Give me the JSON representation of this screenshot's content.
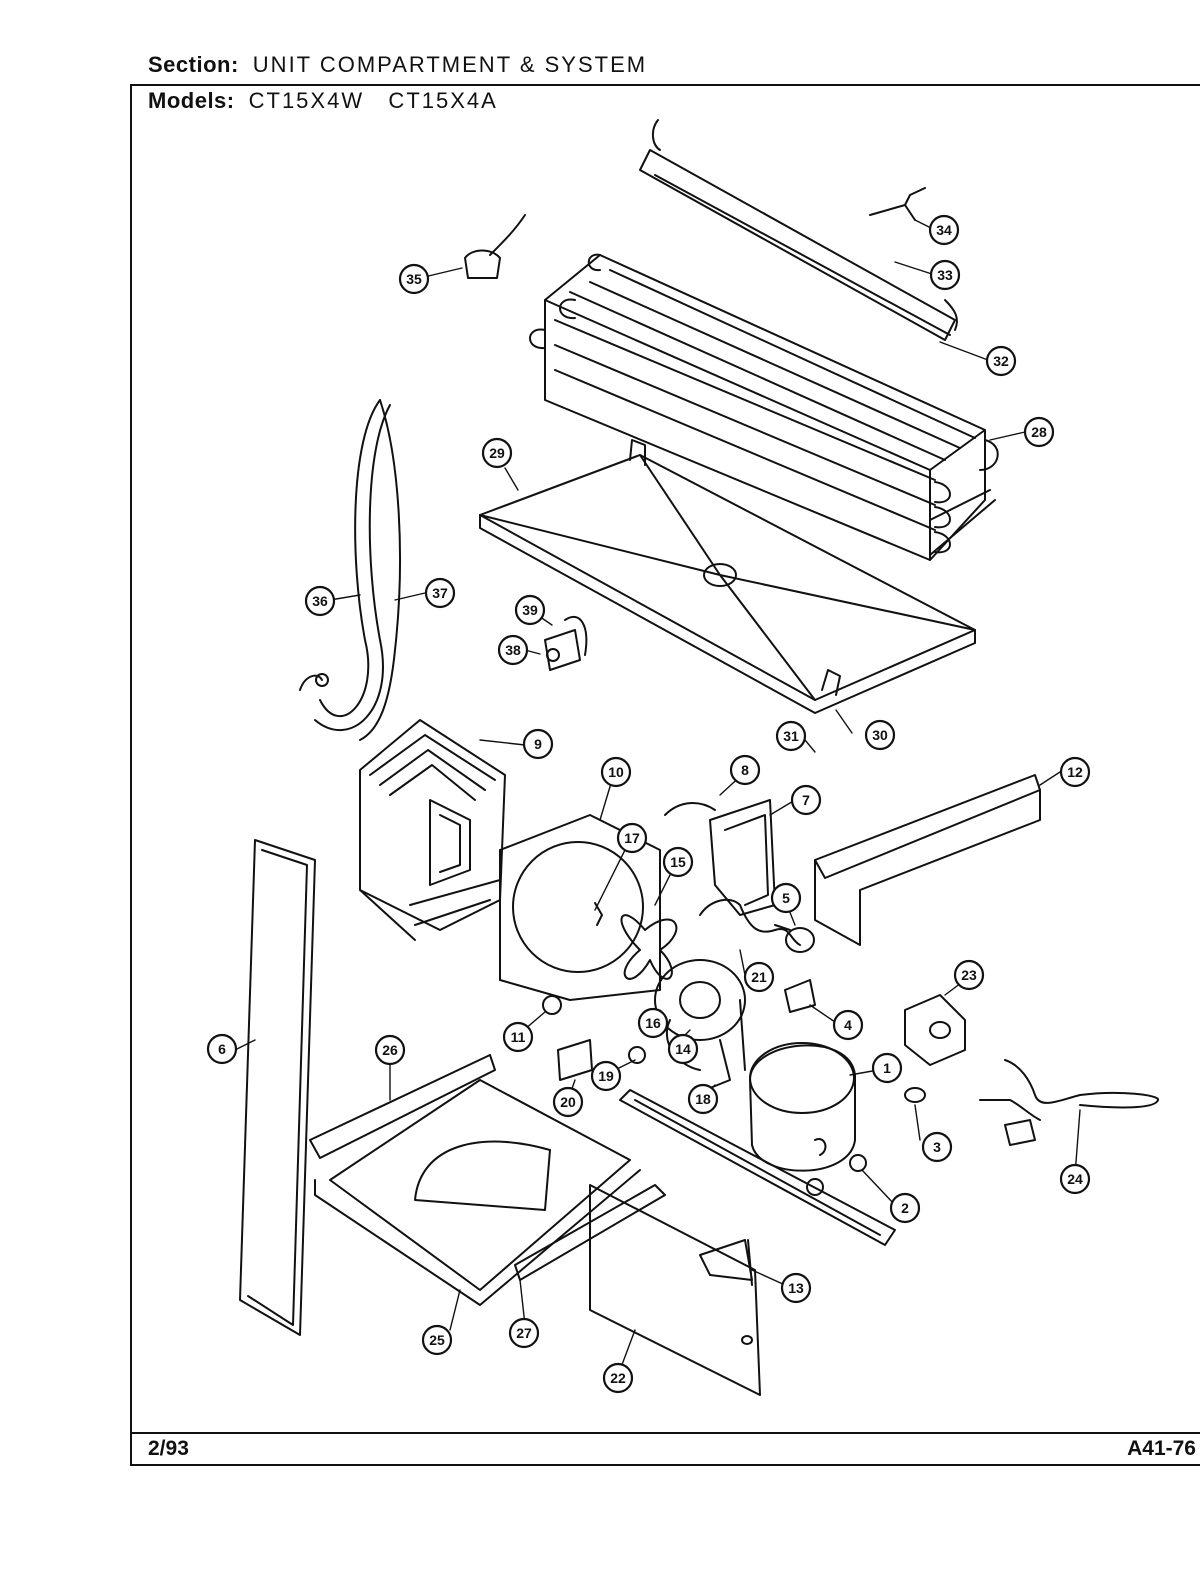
{
  "header": {
    "section_label": "Section:",
    "section_value": "UNIT COMPARTMENT & SYSTEM",
    "models_label": "Models:",
    "models_value": "CT15X4W   CT15X4A"
  },
  "footer": {
    "date": "2/93",
    "code": "A41-76"
  },
  "callouts": [
    "1",
    "2",
    "3",
    "4",
    "5",
    "6",
    "7",
    "8",
    "9",
    "10",
    "11",
    "12",
    "13",
    "14",
    "15",
    "16",
    "17",
    "18",
    "19",
    "20",
    "21",
    "22",
    "23",
    "24",
    "25",
    "26",
    "27",
    "28",
    "29",
    "30",
    "31",
    "32",
    "33",
    "34",
    "35",
    "36",
    "37",
    "38",
    "39"
  ]
}
